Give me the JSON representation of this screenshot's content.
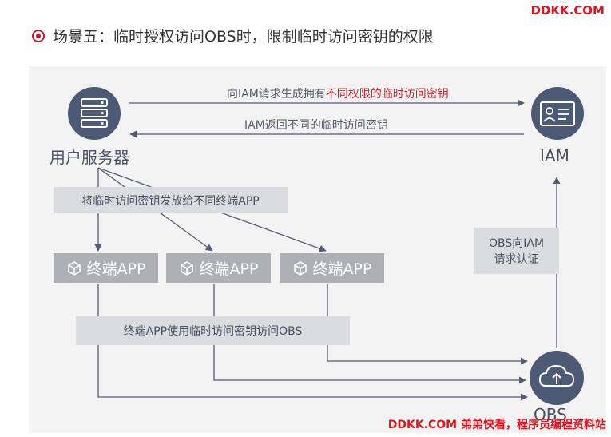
{
  "watermark_top": "DDKK.COM",
  "heading": "场景五：临时授权访问OBS时，限制临时访问密钥的权限",
  "nodes": {
    "server": "用户服务器",
    "iam": "IAM",
    "obs": "OBS",
    "terminal": "终端APP"
  },
  "arrows": {
    "request_prefix": "向IAM请求生成拥有",
    "request_highlight": "不同权限的临时访问密钥",
    "return": "IAM返回不同的临时访问密钥",
    "distribute": "将临时访问密钥发放给不同终端APP",
    "use": "终端APP使用临时访问密钥访问OBS",
    "auth_line1": "OBS向IAM",
    "auth_line2": "请求认证"
  },
  "colors": {
    "accent": "#d0202a",
    "server_circle": "#4d5a75",
    "terminal_box": "#aeb0b6",
    "label_box": "#dadcdf",
    "arrow": "#565c6c"
  },
  "watermark_bottom": "DDKK.COM 弟弟快看，程序员编程资料站"
}
